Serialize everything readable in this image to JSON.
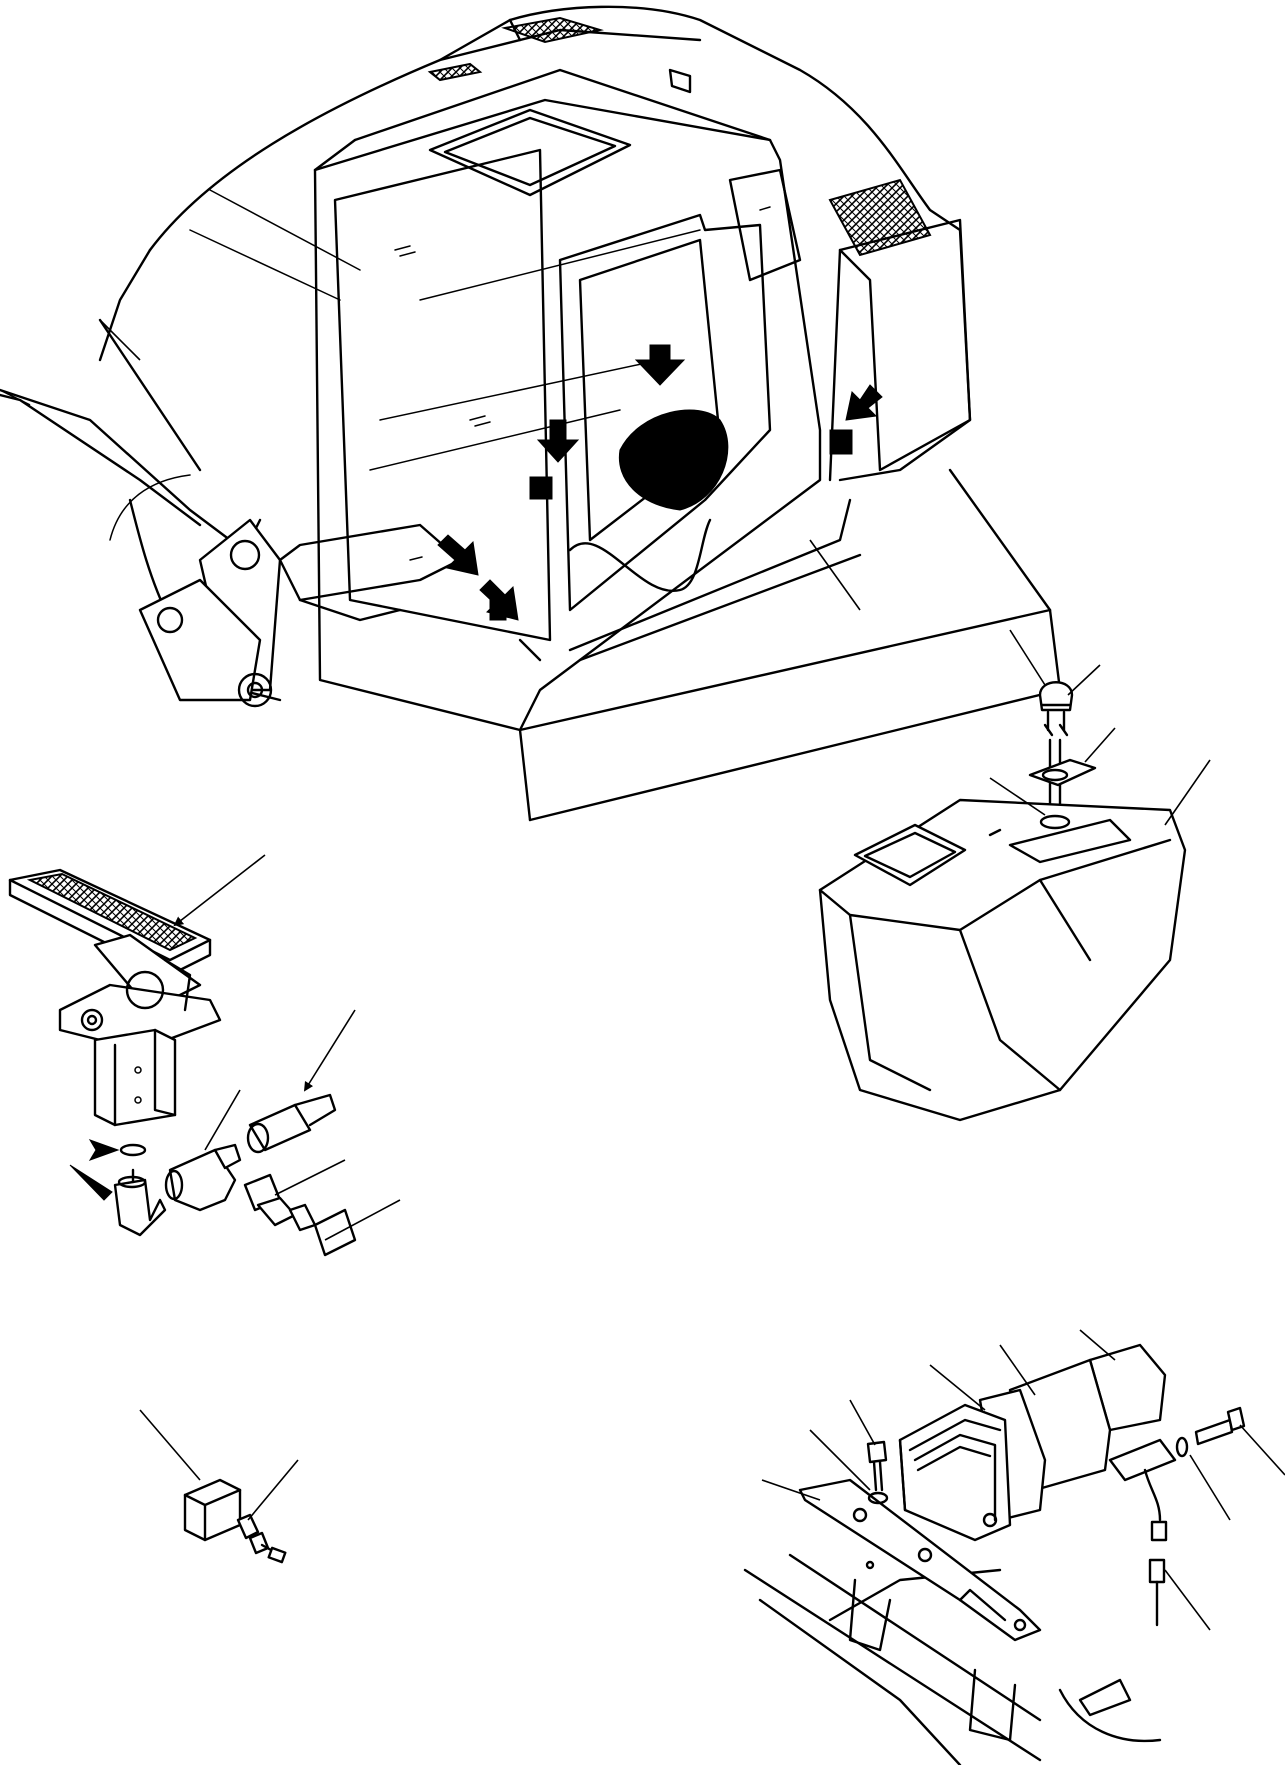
{
  "figure": {
    "background": "#ffffff",
    "ink": "#000000",
    "panels": [
      {
        "id": "cab-overview",
        "arrow_count": 5,
        "leader_count": 3
      },
      {
        "id": "console-switch",
        "leader_count": 4
      },
      {
        "id": "pedal-pressure-switch",
        "arrow_count": 4,
        "leader_count": 6
      },
      {
        "id": "relay",
        "leader_count": 2
      },
      {
        "id": "buzzer-mounting",
        "leader_count": 9
      }
    ]
  }
}
